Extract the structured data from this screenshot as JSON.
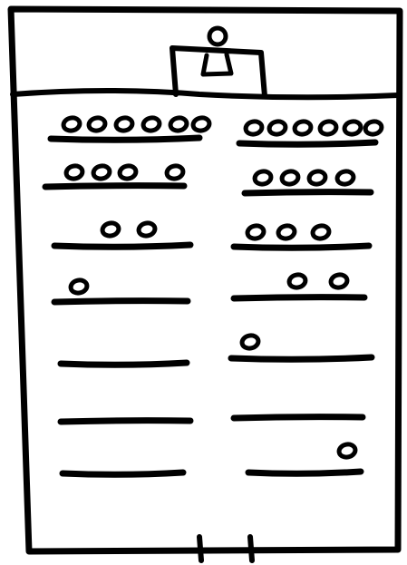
{
  "colors": {
    "ink": "#000000",
    "paper": "#ffffff"
  },
  "sign_icon": "person-at-desk-icon",
  "left_column": [
    {
      "circles": 6
    },
    {
      "circles": 4
    },
    {
      "circles": 2
    },
    {
      "circles": 1
    },
    {
      "circles": 0
    },
    {
      "circles": 0
    },
    {
      "circles": 0
    }
  ],
  "right_column": [
    {
      "circles": 6
    },
    {
      "circles": 4
    },
    {
      "circles": 3
    },
    {
      "circles": 2
    },
    {
      "circles": 1
    },
    {
      "circles": 0
    },
    {
      "circles": 1
    }
  ],
  "bottom_tick_marks": 2
}
